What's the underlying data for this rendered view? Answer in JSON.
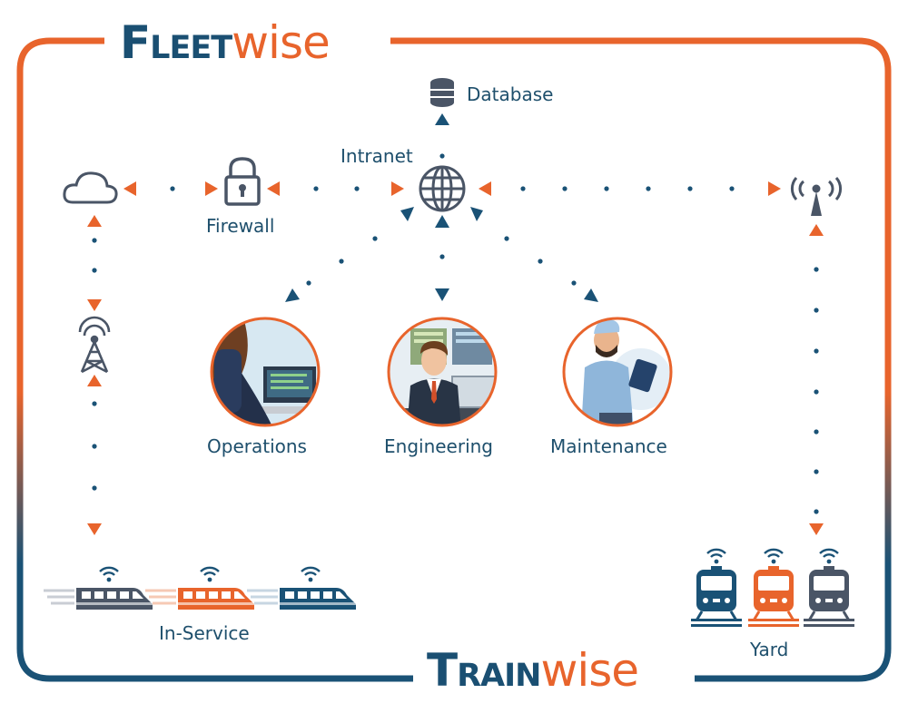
{
  "brand_top": {
    "strong": "Fleet",
    "light": "wise"
  },
  "brand_bottom": {
    "strong": "Train",
    "light": "wise"
  },
  "labels": {
    "database": "Database",
    "intranet": "Intranet",
    "firewall": "Firewall",
    "operations": "Operations",
    "engineering": "Engineering",
    "maintenance": "Maintenance",
    "in_service": "In-Service",
    "yard": "Yard"
  },
  "colors": {
    "orange": "#e8642c",
    "blue": "#1a4f72",
    "dark_blue": "#1e4f6c",
    "gray": "#5a6275",
    "icon_gray": "#4a5566"
  }
}
